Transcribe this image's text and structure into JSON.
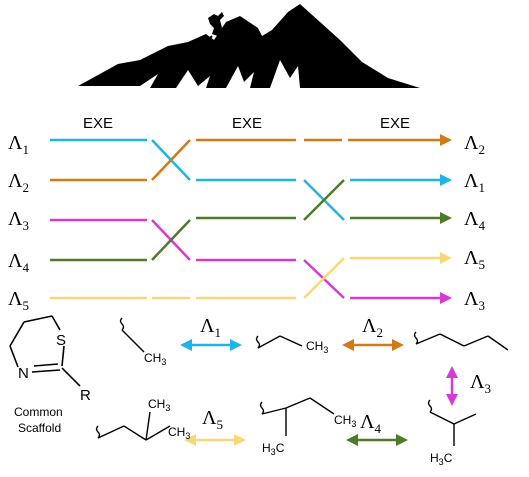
{
  "colors": {
    "blue": "#1fb4e6",
    "orange": "#d07a18",
    "magenta": "#d73ad0",
    "green": "#4f7a2c",
    "yellow": "#f6d77a",
    "black": "#000000"
  },
  "stage_label": "EXE",
  "left_labels": [
    {
      "sym": "Λ",
      "sub": "1"
    },
    {
      "sym": "Λ",
      "sub": "2"
    },
    {
      "sym": "Λ",
      "sub": "3"
    },
    {
      "sym": "Λ",
      "sub": "4"
    },
    {
      "sym": "Λ",
      "sub": "5"
    }
  ],
  "right_labels": [
    {
      "sym": "Λ",
      "sub": "2"
    },
    {
      "sym": "Λ",
      "sub": "1"
    },
    {
      "sym": "Λ",
      "sub": "4"
    },
    {
      "sym": "Λ",
      "sub": "5"
    },
    {
      "sym": "Λ",
      "sub": "3"
    }
  ],
  "exchange_labels": {
    "l1": {
      "sym": "Λ",
      "sub": "1"
    },
    "l2": {
      "sym": "Λ",
      "sub": "2"
    },
    "l3": {
      "sym": "Λ",
      "sub": "3"
    },
    "l4": {
      "sym": "Λ",
      "sub": "4"
    },
    "l5": {
      "sym": "Λ",
      "sub": "5"
    }
  },
  "scaffold": {
    "atom_s": "S",
    "atom_n": "N",
    "atom_r": "R",
    "caption_line1": "Common",
    "caption_line2": "Scaffold"
  },
  "substituents": {
    "ch3": "CH",
    "three": "3",
    "h3c_h": "H",
    "h3c_3": "3",
    "h3c_c": "C"
  }
}
